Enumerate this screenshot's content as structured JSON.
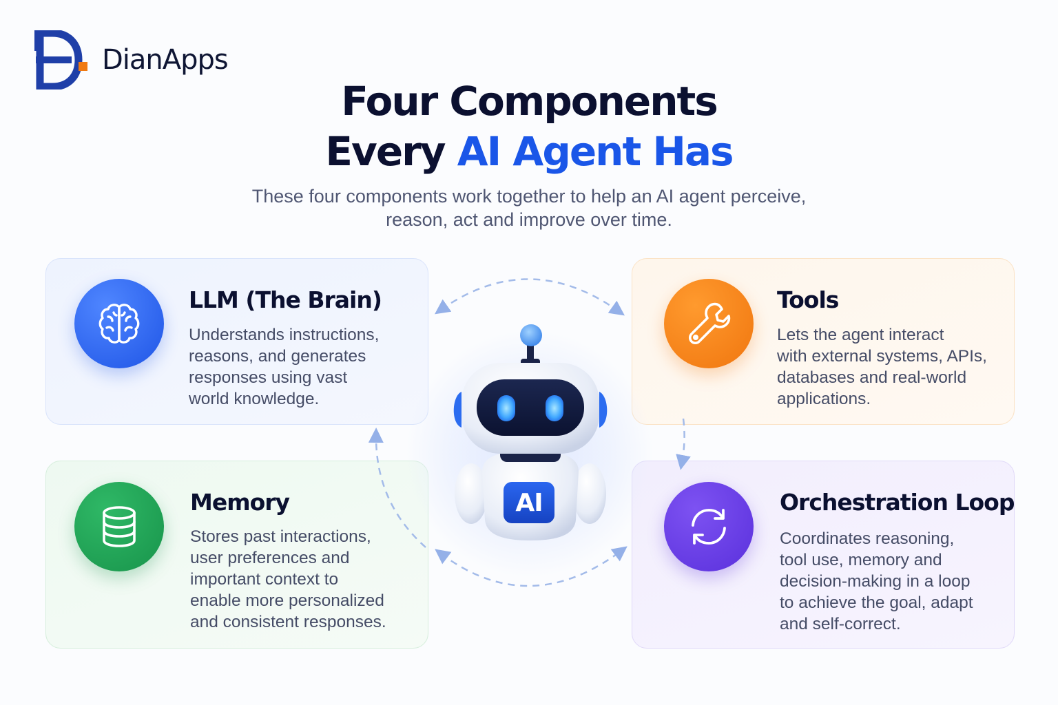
{
  "brand": {
    "name": "DianApps",
    "primary": "#1f3fa8",
    "accent": "#f07a12"
  },
  "heading": {
    "line1": "Four Components",
    "line2_prefix": "Every ",
    "line2_accent": "AI Agent Has",
    "accent_color": "#1a56e8"
  },
  "subtitle": {
    "line1": "These four components work together to help an AI agent perceive,",
    "line2": "reason, act and improve over time."
  },
  "center": {
    "badge": "AI",
    "icon": "robot-icon"
  },
  "cards": {
    "llm": {
      "title": "LLM (The Brain)",
      "icon": "brain-icon",
      "color": "#1f55e6",
      "body": [
        "Understands instructions,",
        "reasons, and generates",
        "responses using vast",
        "world knowledge."
      ]
    },
    "tools": {
      "title": "Tools",
      "icon": "wrench-icon",
      "color": "#f0760f",
      "body": [
        "Lets the agent interact",
        "with external systems, APIs,",
        "databases and real-world",
        "applications."
      ]
    },
    "memory": {
      "title": "Memory",
      "icon": "database-icon",
      "color": "#18944b",
      "body": [
        "Stores past interactions,",
        "user preferences and",
        "important context to",
        "enable more personalized",
        "and consistent responses."
      ]
    },
    "orchestration": {
      "title": "Orchestration Loop",
      "icon": "refresh-cycle-icon",
      "color": "#5a30dc",
      "body": [
        "Coordinates reasoning,",
        "tool use, memory and",
        "decision-making in a loop",
        "to achieve the goal, adapt",
        "and self-correct."
      ]
    }
  }
}
